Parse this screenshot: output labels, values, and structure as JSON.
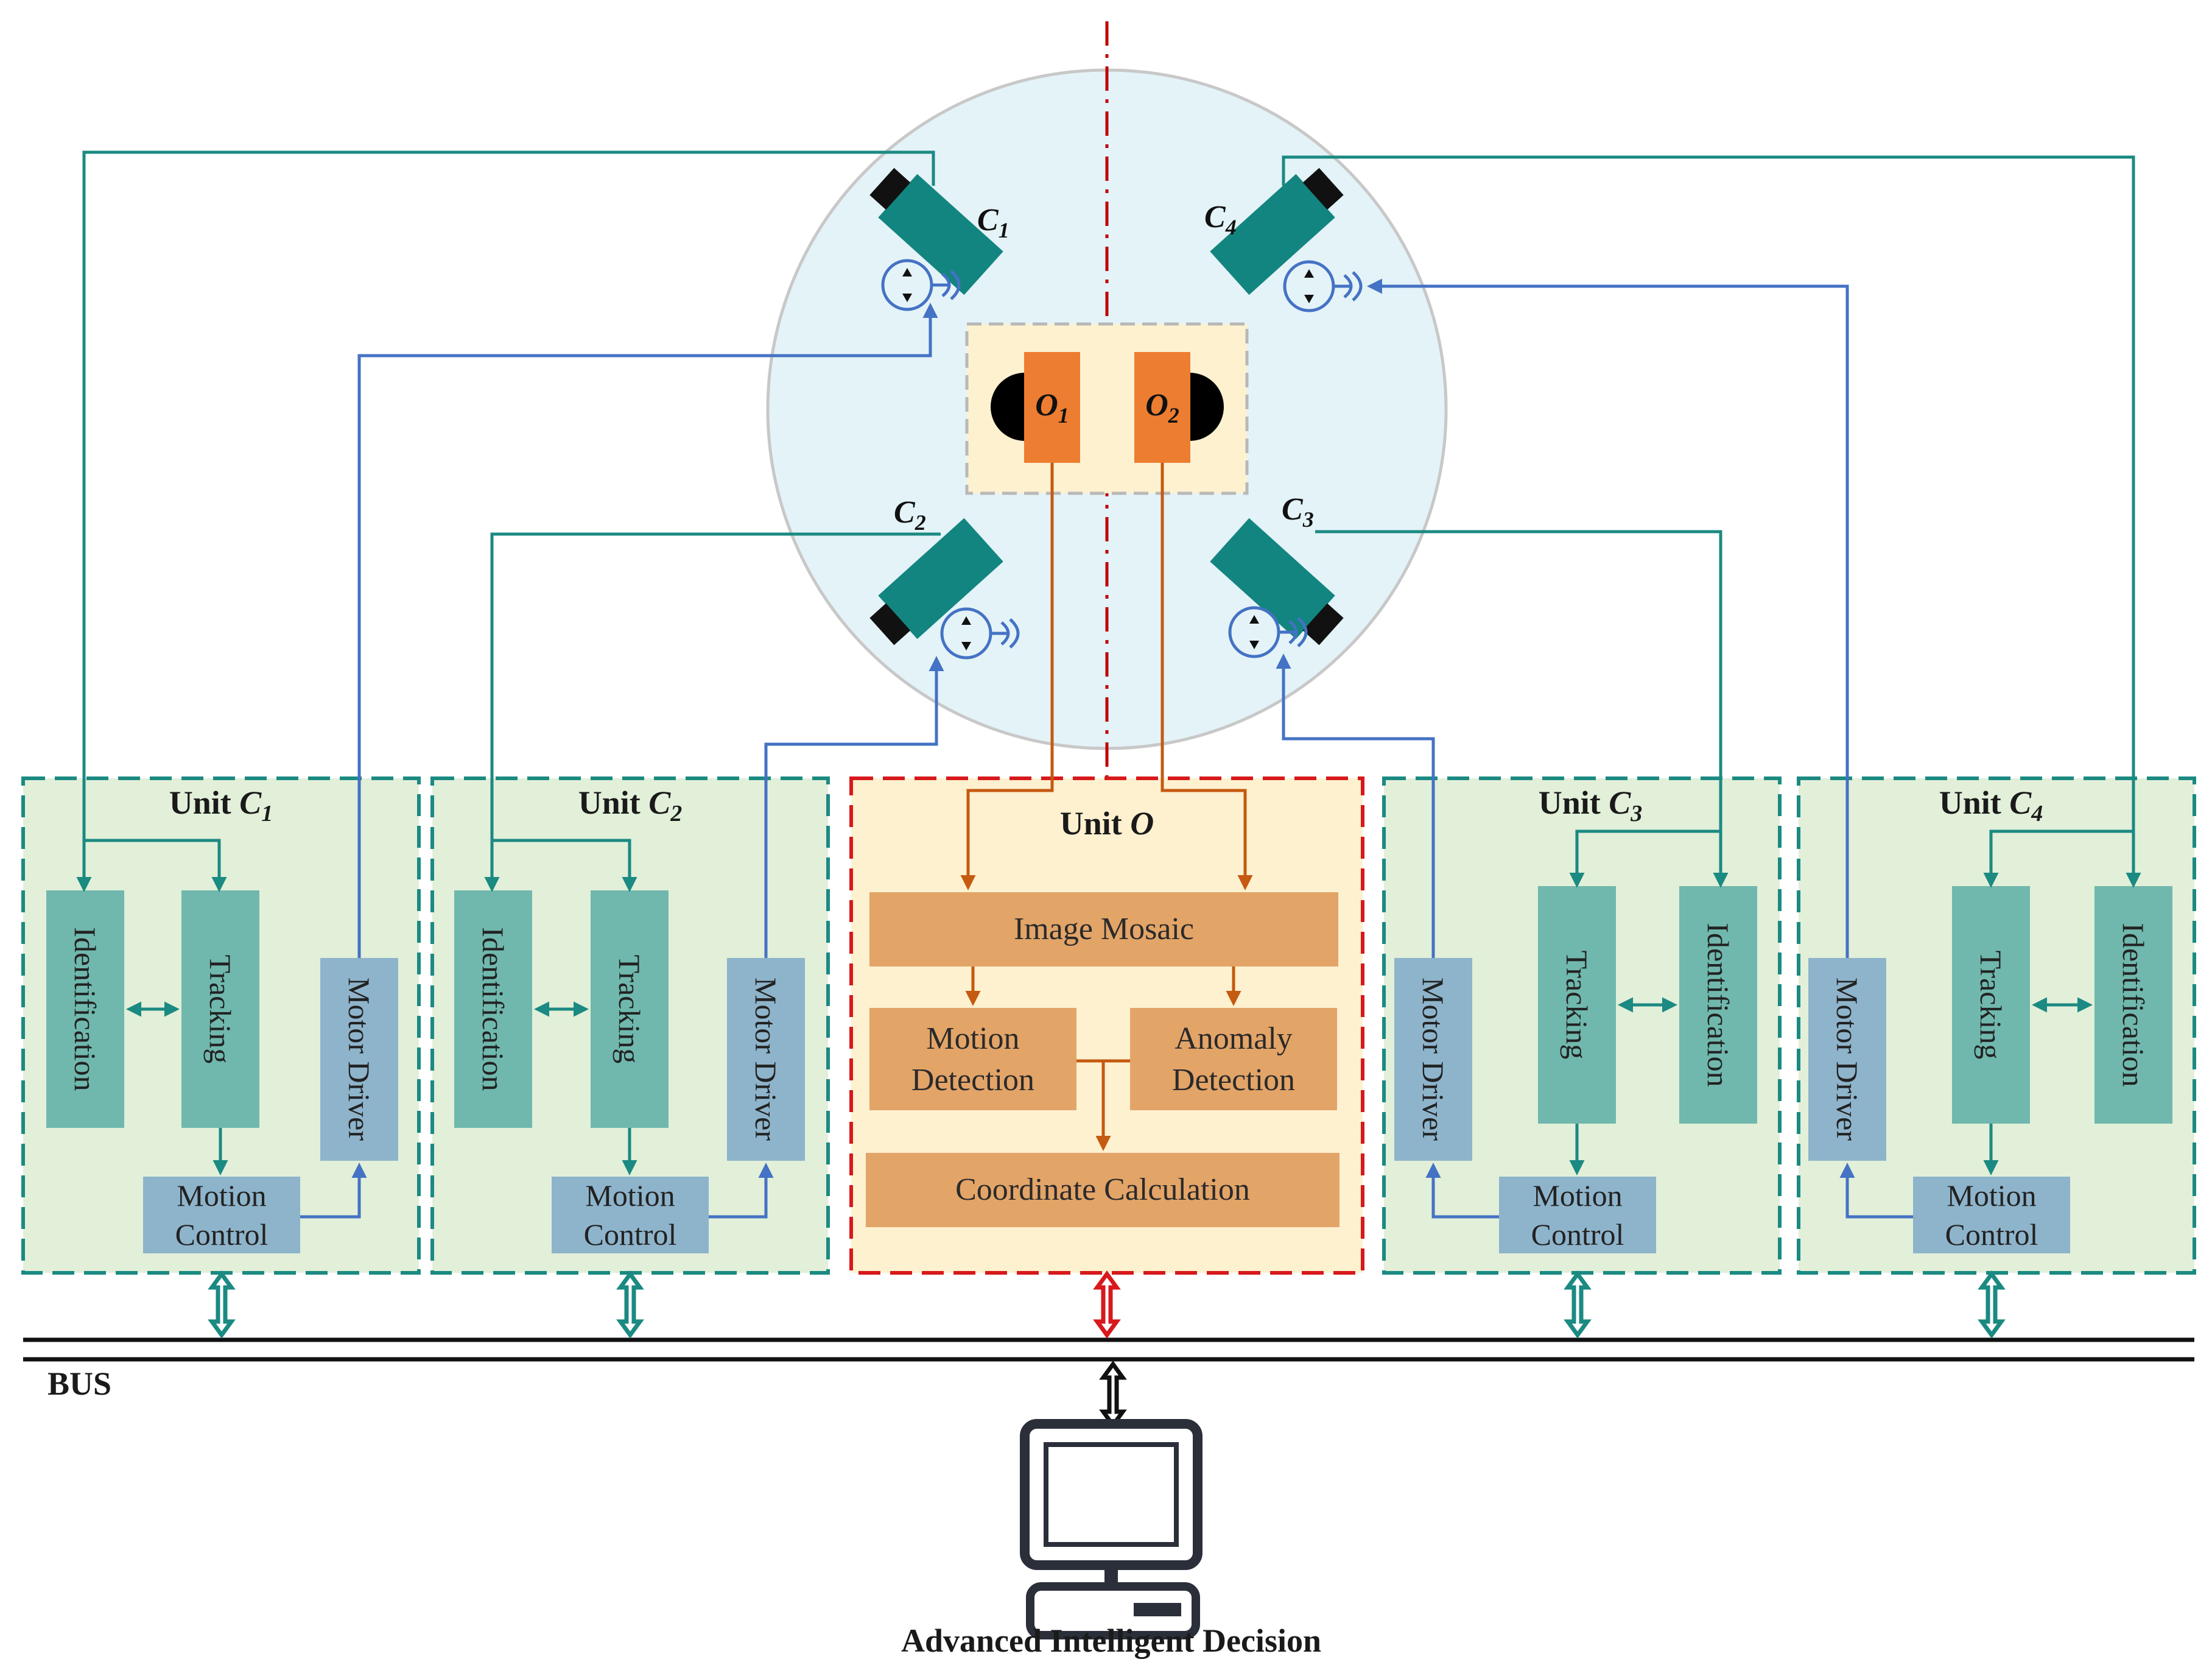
{
  "units": {
    "c1": {
      "prefix": "Unit ",
      "cam": "C",
      "sub": "1"
    },
    "c2": {
      "prefix": "Unit ",
      "cam": "C",
      "sub": "2"
    },
    "o": {
      "prefix": "Unit ",
      "name": "O"
    },
    "c3": {
      "prefix": "Unit ",
      "cam": "C",
      "sub": "3"
    },
    "c4": {
      "prefix": "Unit ",
      "cam": "C",
      "sub": "4"
    }
  },
  "blocks": {
    "identification": "Identification",
    "tracking": "Tracking",
    "motor_driver": "Motor Driver",
    "motion_control_line1": "Motion",
    "motion_control_line2": "Control"
  },
  "unit_o_blocks": {
    "image_mosaic": "Image Mosaic",
    "motion_detection_line1": "Motion",
    "motion_detection_line2": "Detection",
    "anomaly_detection_line1": "Anomaly",
    "anomaly_detection_line2": "Detection",
    "coordinate_calculation": "Coordinate Calculation"
  },
  "cameras": {
    "c1": {
      "letter": "C",
      "sub": "1"
    },
    "c2": {
      "letter": "C",
      "sub": "2"
    },
    "c3": {
      "letter": "C",
      "sub": "3"
    },
    "c4": {
      "letter": "C",
      "sub": "4"
    },
    "o1": {
      "letter": "O",
      "sub": "1"
    },
    "o2": {
      "letter": "O",
      "sub": "2"
    }
  },
  "bus_label": "BUS",
  "decision_label": "Advanced Intelligent Decision",
  "colors": {
    "teal": "#1b8a82",
    "blue": "#4472c4",
    "orange_line": "#c55a11",
    "red_dash": "#d7191c",
    "green_bg": "#e2efd9",
    "yellow_bg": "#fdf1cf",
    "teal_block": "#70b8ad",
    "blue_block": "#8eb4cb",
    "orange_block": "#e3a468",
    "circle_bg": "#e4f3f8"
  }
}
